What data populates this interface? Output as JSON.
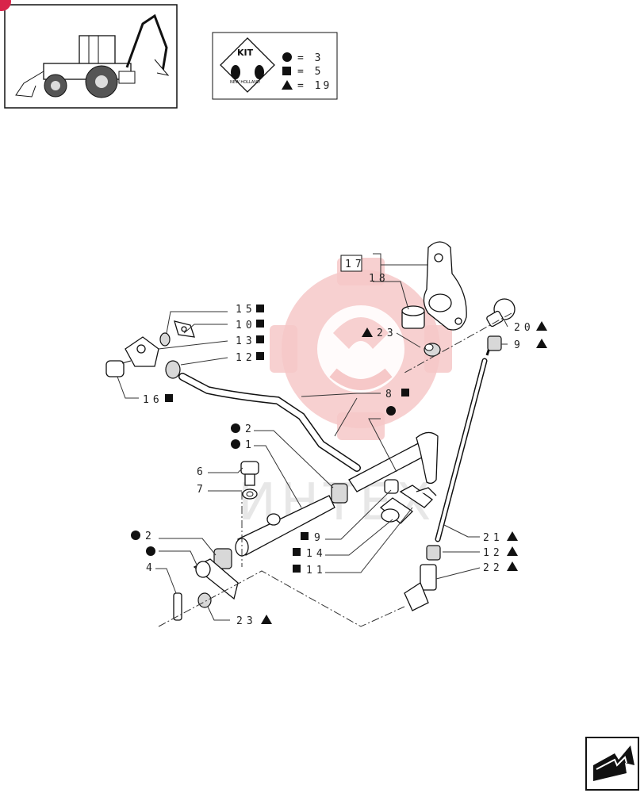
{
  "kit_box": {
    "title": "KIT",
    "brand": "NEW HOLLAND",
    "legend": [
      {
        "symbol": "circle",
        "text": "= 3"
      },
      {
        "symbol": "square",
        "text": "= 5"
      },
      {
        "symbol": "triangle",
        "text": "= 19"
      }
    ]
  },
  "watermark": {
    "text": "ИНТЕХ"
  },
  "callouts": {
    "c17": "17",
    "c18": "18",
    "c15": "15",
    "c10": "10",
    "c13": "13",
    "c12a": "12",
    "c16": "16",
    "c23a": "23",
    "c20": "20",
    "c9a": "9",
    "c8": "8",
    "c2a": "2",
    "c1": "1",
    "c6": "6",
    "c7": "7",
    "c2b": "2",
    "c4": "4",
    "c9b": "9",
    "c14": "14",
    "c11": "11",
    "c23b": "23",
    "c21": "21",
    "c12b": "12",
    "c22": "22"
  },
  "icons": {
    "thumbnail": "backhoe-loader-thumbnail",
    "nav": "next-page-arrow-icon"
  }
}
